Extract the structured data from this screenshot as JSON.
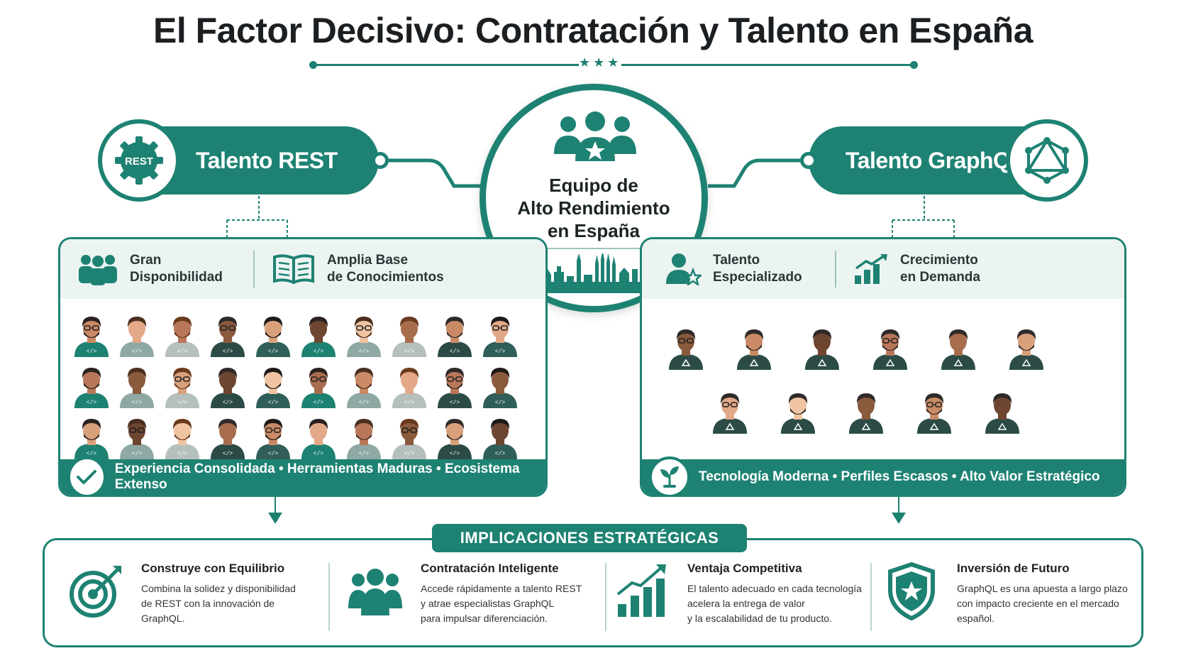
{
  "title": "El Factor Decisivo: Contratación y Talento en España",
  "stars": "★★★",
  "colors": {
    "primary": "#1e8273",
    "light": "#ecf4f2",
    "dark": "#2c4b47"
  },
  "center": {
    "title_line1": "Equipo de",
    "title_line2": "Alto Rendimiento",
    "title_line3": "en España",
    "icon": "team-star-icon",
    "skyline_icon": "barcelona-skyline-icon"
  },
  "rest": {
    "label": "Talento REST",
    "badge_text": "REST",
    "features": [
      {
        "line1": "Gran",
        "line2": "Disponibilidad",
        "icon": "people-icon"
      },
      {
        "line1": "Amplia Base",
        "line2": "de Conocimientos",
        "icon": "book-icon"
      }
    ],
    "footer": "Experiencia Consolidada • Herramientas Maduras • Ecosistema Extenso",
    "footer_icon": "checkmark-icon"
  },
  "graphql": {
    "label": "Talento GraphQL",
    "badge_icon": "graphql-icon",
    "features": [
      {
        "line1": "Talento",
        "line2": "Especializado",
        "icon": "person-star-icon"
      },
      {
        "line1": "Crecimiento",
        "line2": "en Demanda",
        "icon": "growth-chart-icon"
      }
    ],
    "footer": "Tecnología Moderna • Perfiles Escasos • Alto Valor Estratégico",
    "footer_icon": "sprout-icon"
  },
  "implications": {
    "title": "IMPLICACIONES ESTRATÉGICAS",
    "items": [
      {
        "heading": "Construye con Equilibrio",
        "body1": "Combina la solidez y disponibilidad",
        "body2": "de REST con la innovación de GraphQL.",
        "body3": "",
        "icon": "target-icon"
      },
      {
        "heading": "Contratación Inteligente",
        "body1": "Accede rápidamente a talento REST",
        "body2": "y atrae especialistas GraphQL",
        "body3": "para impulsar diferenciación.",
        "icon": "team-icon"
      },
      {
        "heading": "Ventaja Competitiva",
        "body1": "El talento adecuado en cada tecnología",
        "body2": "acelera la entrega de valor",
        "body3": "y la escalabilidad de tu producto.",
        "icon": "bar-growth-icon"
      },
      {
        "heading": "Inversión de Futuro",
        "body1": "GraphQL es una apuesta a largo plazo",
        "body2": "con impacto creciente en el mercado",
        "body3": "español.",
        "icon": "shield-star-icon"
      }
    ]
  }
}
